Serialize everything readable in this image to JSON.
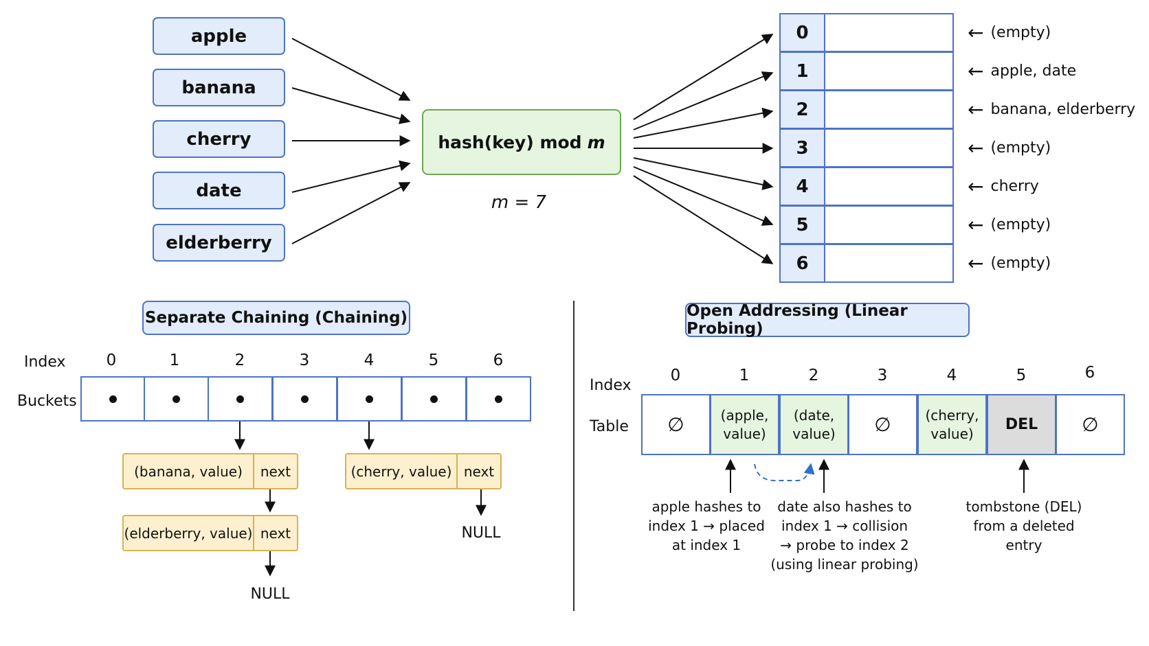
{
  "keys": [
    "apple",
    "banana",
    "cherry",
    "date",
    "elderberry"
  ],
  "hash_function": {
    "text": "hash(key) mod",
    "var": "m",
    "param": "m = 7"
  },
  "table": {
    "indices": [
      "0",
      "1",
      "2",
      "3",
      "4",
      "5",
      "6"
    ],
    "notes": [
      "(empty)",
      "apple, date",
      "banana, elderberry",
      "(empty)",
      "cherry",
      "(empty)",
      "(empty)"
    ],
    "arrow_glyph": "←"
  },
  "chaining": {
    "title": "Separate Chaining (Chaining)",
    "index_label": "Index",
    "buckets_label": "Buckets",
    "indices": [
      "0",
      "1",
      "2",
      "3",
      "4",
      "5",
      "6"
    ],
    "nodes": [
      {
        "text": "(banana, value)",
        "next": "next"
      },
      {
        "text": "(elderberry, value)",
        "next": "next"
      },
      {
        "text": "(cherry, value)",
        "next": "next"
      }
    ],
    "null_labels": [
      "NULL",
      "NULL"
    ]
  },
  "open_addressing": {
    "title": "Open Addressing (Linear Probing)",
    "index_label": "Index",
    "table_label": "Table",
    "indices": [
      "0",
      "1",
      "2",
      "3",
      "4",
      "5",
      "6"
    ],
    "cells": [
      {
        "line1": "∅",
        "line2": "",
        "kind": "empty"
      },
      {
        "line1": "(apple,",
        "line2": "value)",
        "kind": "filled"
      },
      {
        "line1": "(date,",
        "line2": "value)",
        "kind": "filled"
      },
      {
        "line1": "∅",
        "line2": "",
        "kind": "empty"
      },
      {
        "line1": "(cherry,",
        "line2": "value)",
        "kind": "filled"
      },
      {
        "line1": "DEL",
        "line2": "",
        "kind": "del"
      },
      {
        "line1": "∅",
        "line2": "",
        "kind": "empty"
      }
    ],
    "captions": [
      [
        "apple hashes to",
        "index 1 → placed",
        "at index 1"
      ],
      [
        "date also hashes to",
        "index 1 → collision",
        "→ probe to index 2",
        "(using linear probing)"
      ],
      [
        "tombstone (DEL)",
        "from a deleted",
        "entry"
      ]
    ]
  },
  "colors": {
    "key_fill": "#e3ecfb",
    "key_border": "#4d73c8",
    "hash_fill": "#e5f5df",
    "hash_border": "#6aa84f",
    "node_fill": "#fdf0cf",
    "node_border": "#d8b24f",
    "probe_arrow": "#2f6fcf",
    "tombstone_fill": "#dcdcdc"
  }
}
